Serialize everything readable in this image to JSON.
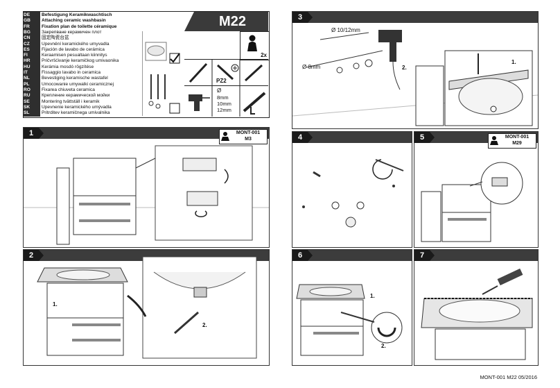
{
  "model": "M22",
  "languages": [
    {
      "code": "DE",
      "text": "Befestigung Keramikwaschtisch",
      "bold": true
    },
    {
      "code": "GB",
      "text": "Attaching ceramic washbasin",
      "bold": true
    },
    {
      "code": "FR",
      "text": "Fixation plan de toilette céramique",
      "bold": true
    },
    {
      "code": "BG",
      "text": "Закрепване керамичен плот",
      "bold": false
    },
    {
      "code": "CN",
      "text": "固定陶瓷台盆",
      "bold": false
    },
    {
      "code": "CZ",
      "text": "Upevnění keramického umyvadla",
      "bold": false
    },
    {
      "code": "ES",
      "text": "Fijación de lavabo de cerámica",
      "bold": false
    },
    {
      "code": "FI",
      "text": "Keraamisen pesualtaan kiinnitys",
      "bold": false
    },
    {
      "code": "HR",
      "text": "Pričvršćivanje keramičkog umivaonika",
      "bold": false
    },
    {
      "code": "HU",
      "text": "Kerámia mosdó rögzítése",
      "bold": false
    },
    {
      "code": "IT",
      "text": "Fissaggio lavabo in ceramica",
      "bold": false
    },
    {
      "code": "NL",
      "text": "Bevestiging  keramische wastafel",
      "bold": false
    },
    {
      "code": "PL",
      "text": "Umocowanie umywalki ceramicznej",
      "bold": false
    },
    {
      "code": "RO",
      "text": "Fixarea  chiuveta ceramica",
      "bold": false
    },
    {
      "code": "RU",
      "text": "Крепление керамической мойки",
      "bold": false
    },
    {
      "code": "SE",
      "text": "Montering tvättställ i keramik",
      "bold": false
    },
    {
      "code": "SK",
      "text": "Upevnenie keramického umývadla",
      "bold": false
    },
    {
      "code": "SL",
      "text": "Pritrditev keramičnega umivalnika",
      "bold": false
    }
  ],
  "tools": {
    "persons": "2x",
    "screwdriver": "PZ2",
    "drill_symbol": "Ø",
    "drill_sizes": [
      "8mm",
      "10mm",
      "12mm"
    ]
  },
  "steps": {
    "s1": {
      "num": "1",
      "ref_title": "MONT-001",
      "ref_sub": "M3"
    },
    "s2": {
      "num": "2",
      "label1": "1.",
      "label2": "2."
    },
    "s3": {
      "num": "3",
      "dim1": "Ø 10/12mm",
      "dim2": "Ø 8mm",
      "label1": "1.",
      "label2": "2."
    },
    "s4": {
      "num": "4"
    },
    "s5": {
      "num": "5",
      "ref_title": "MONT-001",
      "ref_sub": "M29"
    },
    "s6": {
      "num": "6",
      "label1": "1.",
      "label2": "2."
    },
    "s7": {
      "num": "7"
    }
  },
  "footer": "MONT-001 M22 05/2016"
}
